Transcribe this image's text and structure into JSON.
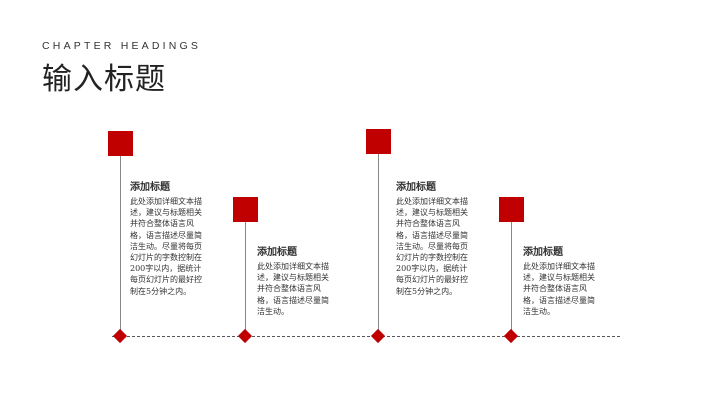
{
  "header": {
    "chapter": "CHAPTER HEADINGS",
    "title": "输入标题"
  },
  "colors": {
    "accent": "#c00000",
    "line": "#888888"
  },
  "items": [
    {
      "title": "添加标题",
      "body": "此处添加详细文本描述，建议与标题相关并符合整体语言风格，语言描述尽量简洁生动。尽量将每页幻灯片的字数控制在200字以内，据统计每页幻灯片的最好控制在5分钟之内。"
    },
    {
      "title": "添加标题",
      "body": "此处添加详细文本描述，建议与标题相关并符合整体语言风格，语言描述尽量简洁生动。"
    },
    {
      "title": "添加标题",
      "body": "此处添加详细文本描述，建议与标题相关并符合整体语言风格，语言描述尽量简洁生动。尽量将每页幻灯片的字数控制在200字以内，据统计每页幻灯片的最好控制在5分钟之内。"
    },
    {
      "title": "添加标题",
      "body": "此处添加详细文本描述，建议与标题相关并符合整体语言风格，语言描述尽量简洁生动。"
    }
  ]
}
